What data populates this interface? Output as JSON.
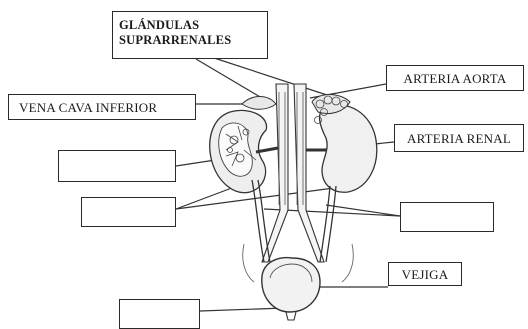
{
  "labels": {
    "glandulas": "GLÁNDULAS\nSUPRARRENALES",
    "vena_cava": "VENA CAVA INFERIOR",
    "arteria_aorta": "ARTERIA AORTA",
    "arteria_renal": "ARTERIA RENAL",
    "vejiga": "VEJIGA"
  },
  "blank_boxes": [
    "",
    "",
    "",
    ""
  ]
}
